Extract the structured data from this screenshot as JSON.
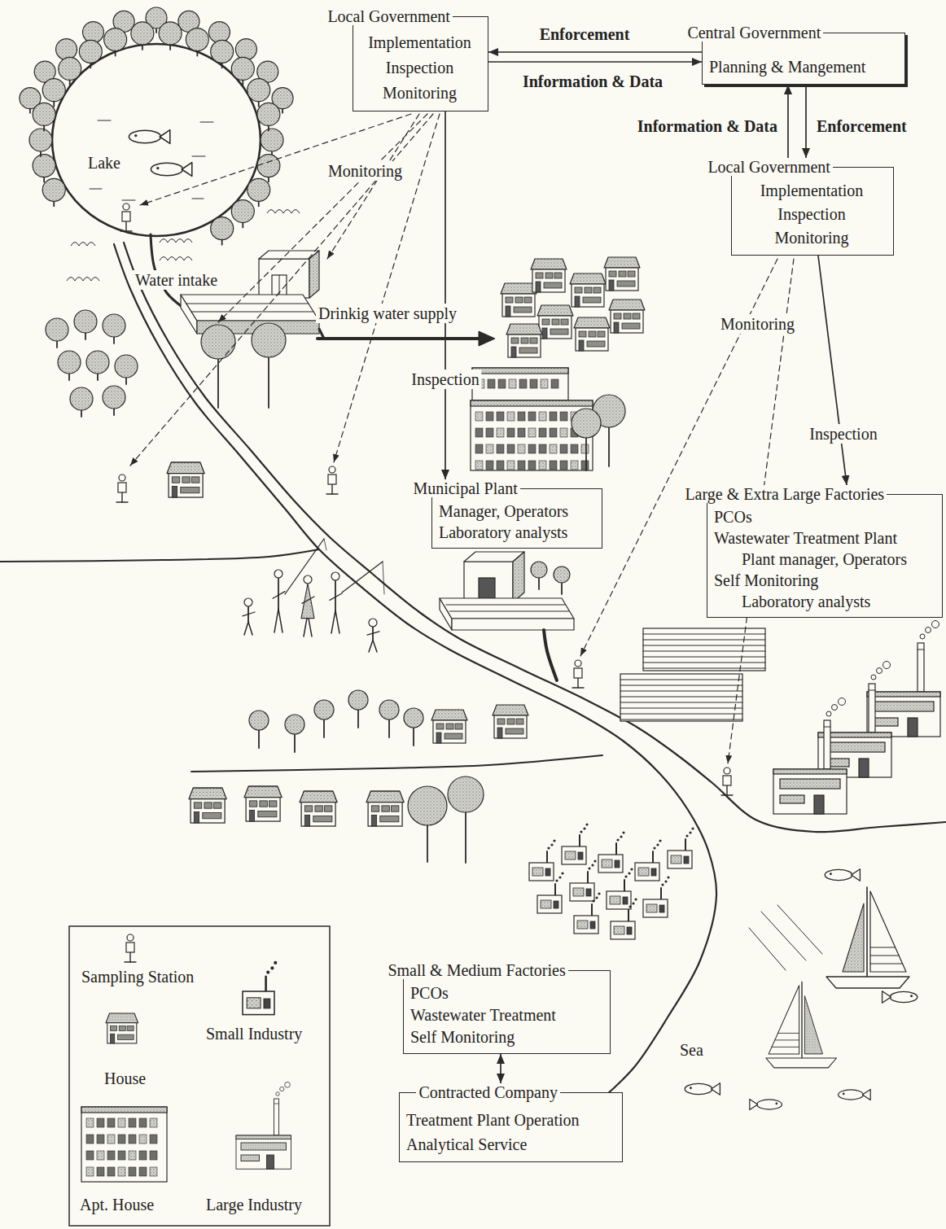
{
  "diagram": {
    "nodes": [
      {
        "text": [
          "Local Government",
          "Implementation",
          "Inspection",
          "Monitoring"
        ]
      },
      {
        "text": [
          "Central Government",
          "Planning & Mangement"
        ]
      },
      {
        "text": [
          "Local Government",
          "Implementation",
          "Inspection",
          "Monitoring"
        ]
      },
      {
        "text": [
          "Municipal Plant",
          "Manager, Operators",
          "Laboratory analysts"
        ]
      },
      {
        "text": [
          "Large & Extra Large Factories",
          "PCOs",
          "Wastewater Treatment Plant",
          "Plant manager, Operators",
          "Self Monitoring",
          "Laboratory analysts"
        ]
      },
      {
        "text": [
          "Small & Medium Factories",
          "PCOs",
          "Wastewater Treatment",
          "Self Monitoring"
        ]
      },
      {
        "text": [
          "Contracted Company",
          "Treatment Plant Operation",
          "Analytical Service"
        ]
      }
    ],
    "edges": [
      {
        "from": 1,
        "to": 0,
        "arrow": "to",
        "label": "Enforcement"
      },
      {
        "from": 0,
        "to": 1,
        "arrow": "to",
        "label": "Information & Data"
      },
      {
        "from": 1,
        "to": 2,
        "arrow": "to",
        "label": "Enforcement"
      },
      {
        "from": 2,
        "to": 1,
        "arrow": "to",
        "label": "Information & Data"
      },
      {
        "from": 0,
        "to": 3,
        "arrow": "to",
        "label": "Inspection"
      },
      {
        "from": 2,
        "to": 4,
        "arrow": "to",
        "label": "Inspection"
      },
      {
        "from": 5,
        "to": 6,
        "arrow": "both"
      }
    ],
    "labels": [
      "Lake",
      "Water intake",
      "Drinkig water supply",
      "Monitoring",
      "Monitoring",
      "Sea"
    ],
    "legend": [
      {
        "text": "Sampling Station"
      },
      {
        "text": "Small Industry"
      },
      {
        "text": "House"
      },
      {
        "text": "Apt. House"
      },
      {
        "text": "Large Industry"
      }
    ]
  }
}
